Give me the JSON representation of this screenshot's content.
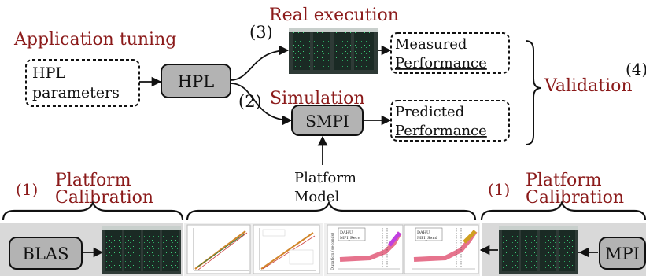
{
  "labels": {
    "application_tuning": "Application tuning",
    "real_execution": "Real execution",
    "simulation": "Simulation",
    "validation": "Validation",
    "step1_left": "(1)",
    "step1_right": "(1)",
    "step2": "(2)",
    "step3": "(3)",
    "step4": "(4)",
    "platform_calibration_left": [
      "Platform",
      "Calibration"
    ],
    "platform_calibration_right": [
      "Platform",
      "Calibration"
    ],
    "platform_model": [
      "Platform",
      "Model"
    ]
  },
  "nodes": {
    "hpl_params": [
      "HPL",
      "parameters"
    ],
    "hpl": "HPL",
    "smpi": "SMPI",
    "measured": [
      "Measured",
      "Performance"
    ],
    "predicted": [
      "Predicted",
      "Performance"
    ],
    "blas": "BLAS",
    "mpi": "MPI"
  },
  "plots": {
    "right_left_box": [
      "DAHU",
      "MPI_Recv"
    ],
    "right_right_box": [
      "DAHU",
      "MPI_Send"
    ],
    "duration_label": "Duration (seconds)"
  },
  "colors": {
    "accent_red": "#8b1a1a",
    "node_fill": "#b3b3b3",
    "panel_gray": "#d9d9d9"
  }
}
